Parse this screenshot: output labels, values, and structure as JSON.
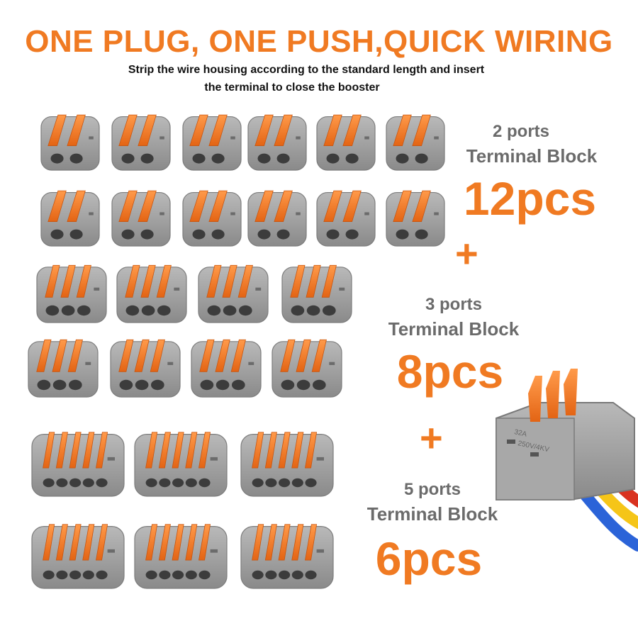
{
  "header": {
    "title": "ONE PLUG, ONE PUSH,QUICK WIRING",
    "subtitle_line1": "Strip the wire housing according to the standard length and insert",
    "subtitle_line2": "the terminal to close the booster"
  },
  "groups": [
    {
      "ports": "2 ports",
      "type": "Terminal Block",
      "quantity": "12pcs"
    },
    {
      "ports": "3 ports",
      "type": "Terminal Block",
      "quantity": "8pcs"
    },
    {
      "ports": "5 ports",
      "type": "Terminal Block",
      "quantity": "6pcs"
    }
  ],
  "plus_sign": "+",
  "colors": {
    "accent": "#F07A22",
    "housing": "#9C9C9C",
    "lever": "#F07A22",
    "label_gray": "#6B6B6B"
  }
}
